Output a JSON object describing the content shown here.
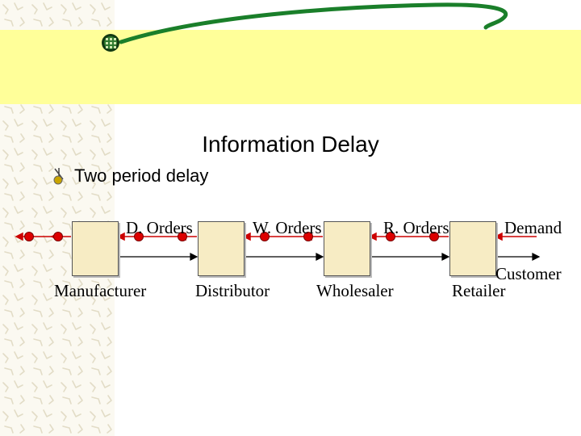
{
  "slide": {
    "title": "Information Delay",
    "bullet": "Two period delay"
  },
  "diagram": {
    "order_labels": [
      "D. Orders",
      "W. Orders",
      "R. Orders",
      "Demand"
    ],
    "entities": [
      "Manufacturer",
      "Distributor",
      "Wholesaler",
      "Retailer"
    ],
    "customer_label": "Customer"
  },
  "colors": {
    "header_band": "#ffff99",
    "box_fill": "#f7ecc4",
    "arrow": "#cc0000",
    "node": "#dd0000",
    "deco_stroke": "#1a7f2a"
  }
}
